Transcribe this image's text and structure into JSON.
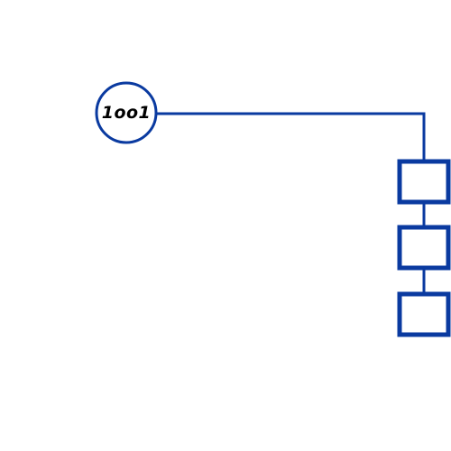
{
  "diagram": {
    "root_node": {
      "label": "1oo1",
      "shape": "circle"
    },
    "chain": [
      {
        "shape": "rectangle",
        "label": ""
      },
      {
        "shape": "rectangle",
        "label": ""
      },
      {
        "shape": "rectangle",
        "label": ""
      }
    ],
    "colors": {
      "stroke": "#0a3aa0",
      "background": "#ffffff",
      "text": "#000000"
    }
  }
}
